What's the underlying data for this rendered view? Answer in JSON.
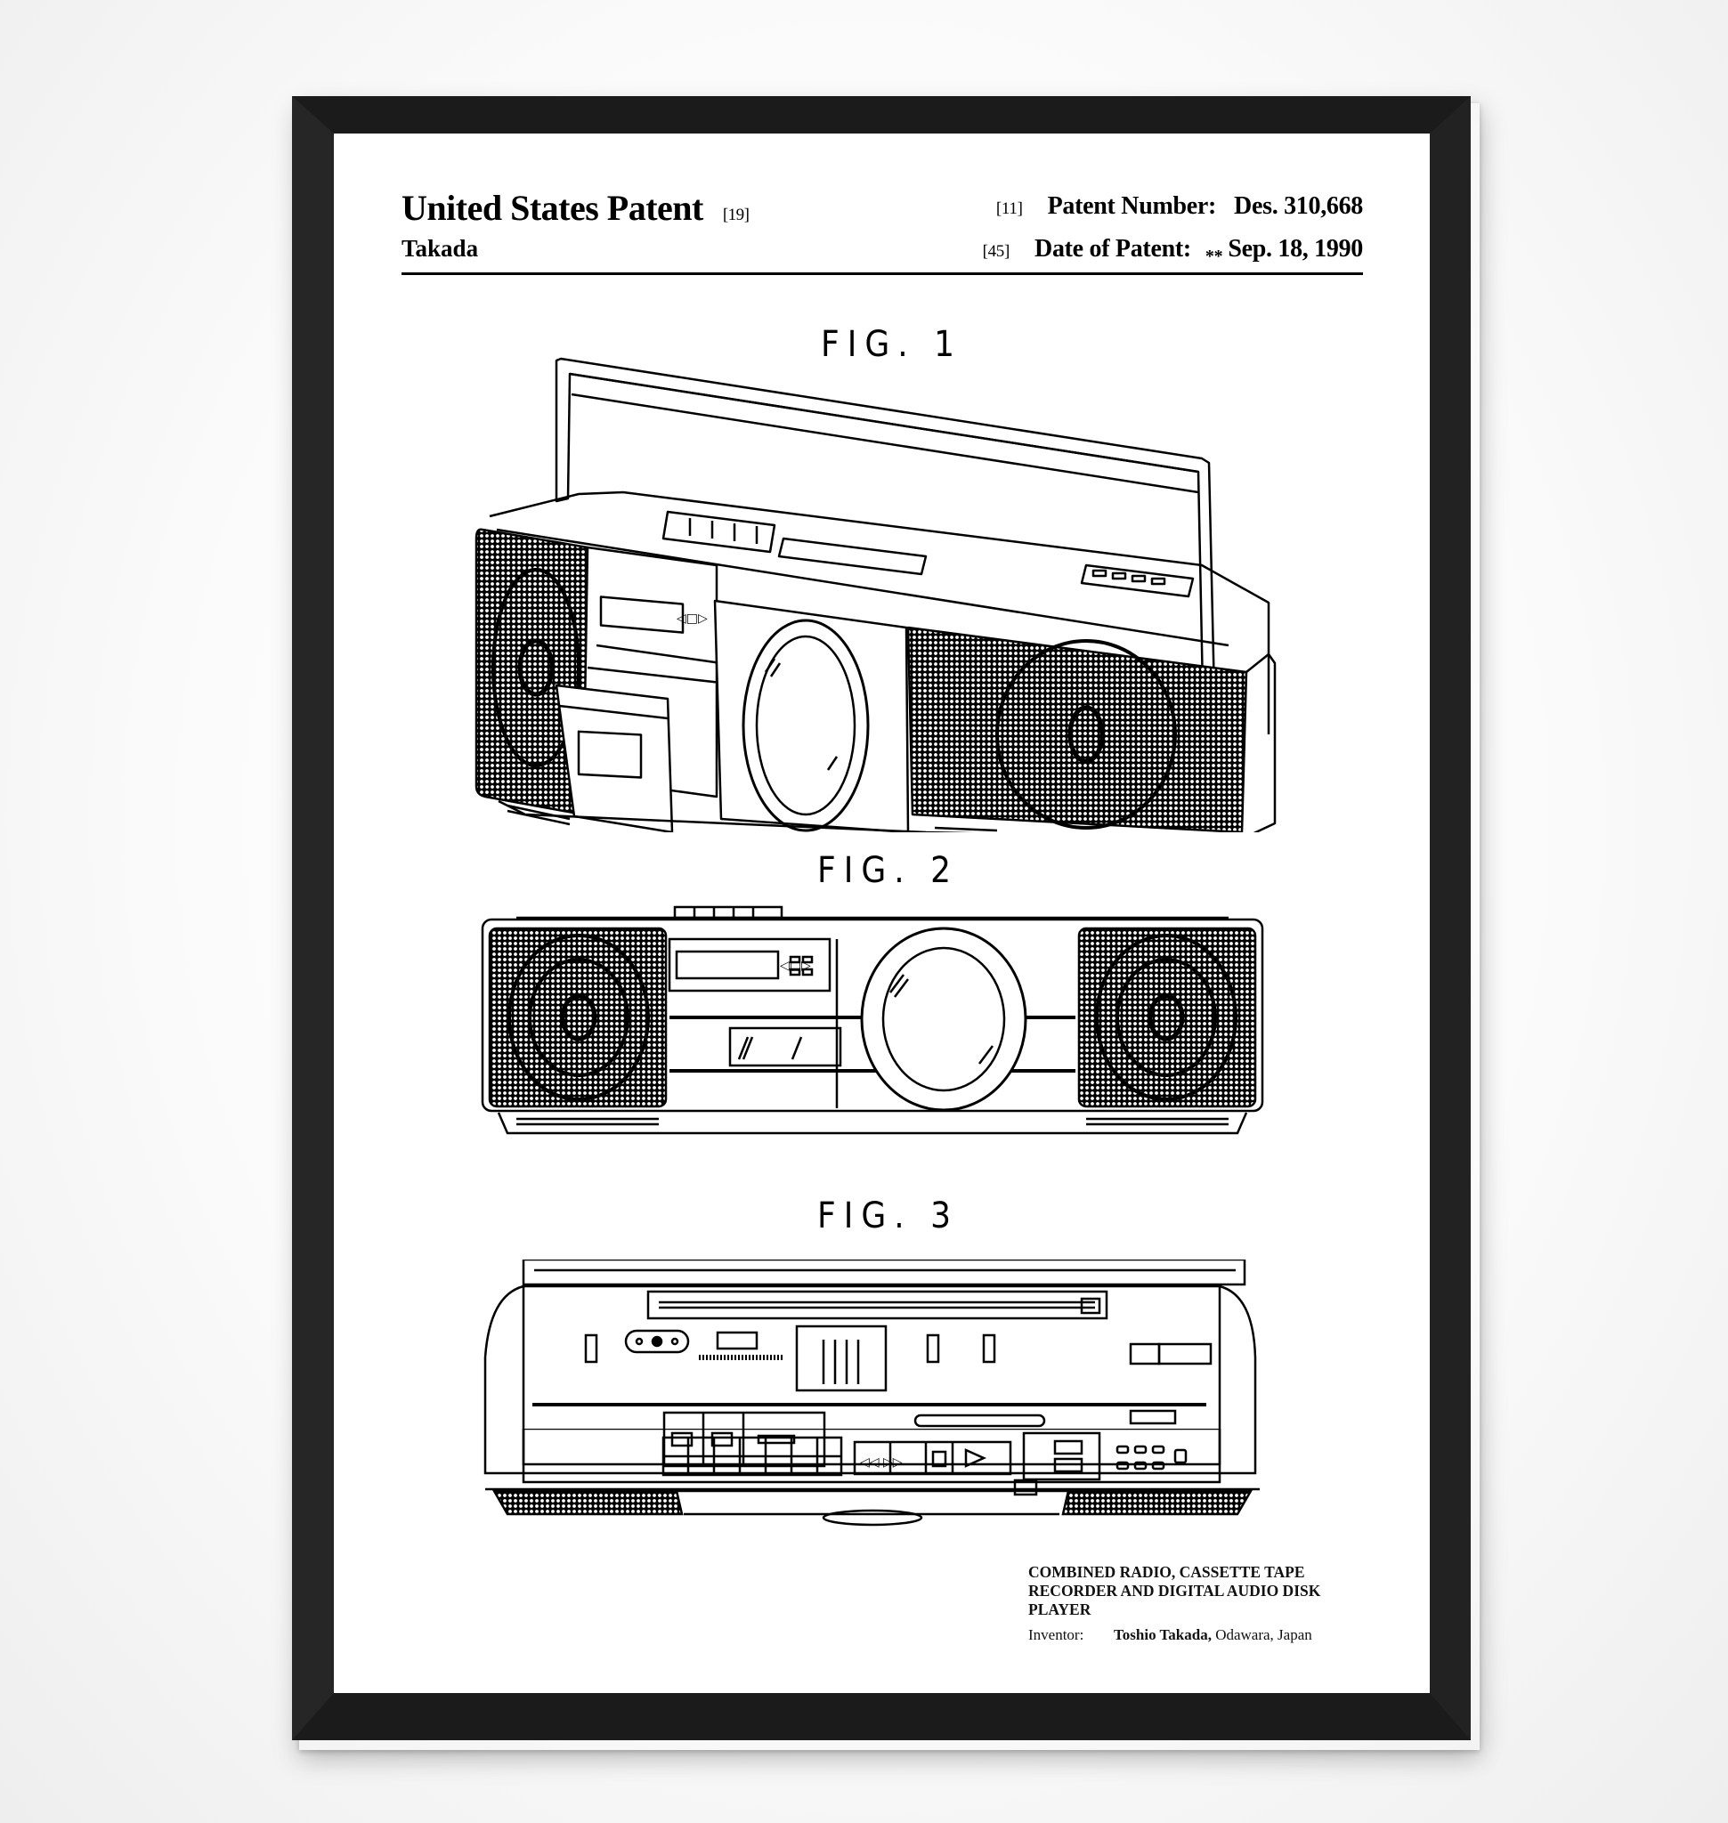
{
  "patent": {
    "title": "United States Patent",
    "title_ref": "[19]",
    "inventor_surname": "Takada",
    "patent_number_ref": "[11]",
    "patent_number_label": "Patent Number:",
    "patent_number": "Des. 310,668",
    "date_ref": "[45]",
    "date_label": "Date of Patent:",
    "date_marker": "**",
    "date": "Sep. 18, 1990"
  },
  "figures": [
    {
      "label": "FIG. 1",
      "view": "perspective"
    },
    {
      "label": "FIG. 2",
      "view": "front"
    },
    {
      "label": "FIG. 3",
      "view": "top"
    }
  ],
  "caption": {
    "title_lines": [
      "COMBINED RADIO, CASSETTE TAPE",
      "RECORDER AND DIGITAL AUDIO DISK",
      "PLAYER"
    ],
    "inventor_label": "Inventor:",
    "inventor_name": "Toshio Takada,",
    "inventor_location": "Odawara, Japan"
  },
  "colors": {
    "frame": "#1b1b1b",
    "paper": "#ffffff",
    "ink": "#000000"
  }
}
